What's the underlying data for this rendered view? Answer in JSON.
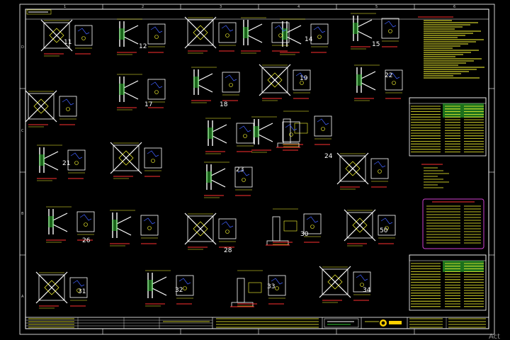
{
  "drawing": {
    "grid_columns": [
      "1",
      "2",
      "3",
      "4",
      "5",
      "6"
    ],
    "grid_rows": [
      "D",
      "C",
      "B",
      "A"
    ],
    "detail_numbers": [
      "11",
      "12",
      "14",
      "15",
      "17",
      "18",
      "19",
      "21",
      "22",
      "23",
      "24",
      "26",
      "28",
      "30",
      "31",
      "32",
      "33",
      "34",
      "50"
    ],
    "watermark": "Act",
    "colors": {
      "background": "#000000",
      "frame": "#ffffff",
      "steel": "#ffffff",
      "dimension": "#ffff33",
      "annotation_red": "#ff3030",
      "hatch_green": "#33cc33",
      "hatch_blue": "#4060ff",
      "notes_yellow": "#ffff33",
      "callout_magenta": "#d040d0",
      "logo_yellow": "#ffd000"
    }
  }
}
